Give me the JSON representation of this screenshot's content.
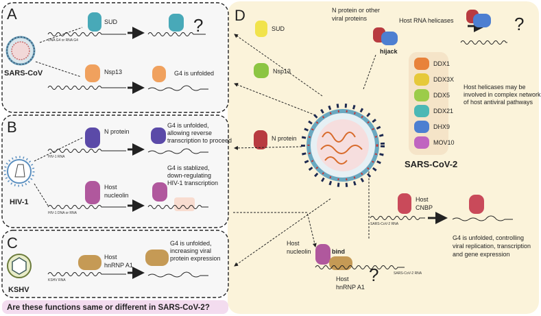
{
  "panels": {
    "A": {
      "letter": "A",
      "virus": "SARS-CoV",
      "row1": {
        "protein": "SUD",
        "rna": "DNA G4 or RNA G4",
        "question": "?"
      },
      "row2": {
        "protein": "Nsp13",
        "result": "G4 is unfolded"
      }
    },
    "B": {
      "letter": "B",
      "virus": "HIV-1",
      "row1": {
        "protein": "N protein",
        "rna": "HIV-1 RNA",
        "result": [
          "G4 is unfolded,",
          "allowing reverse",
          "transcription to proceed"
        ]
      },
      "row2": {
        "protein": [
          "Host",
          "nucleolin"
        ],
        "rna": "HIV-1 DNA or RNA",
        "result": [
          "G4 is stablized,",
          "down-regulating",
          "HIV-1 transcription"
        ]
      }
    },
    "C": {
      "letter": "C",
      "virus": "KSHV",
      "row1": {
        "protein": [
          "Host",
          "hnRNP A1"
        ],
        "rna": "KSHV RNA",
        "result": [
          "G4 is unfolded,",
          "increasing viral",
          "protein expression"
        ]
      }
    },
    "D": {
      "letter": "D",
      "virus": "SARS-CoV-2",
      "sud": "SUD",
      "nsp13": "Nsp13",
      "nprotein": "N protein",
      "hijack_source": [
        "N protein or other",
        "viral proteins"
      ],
      "hijack": "hijack",
      "host_helicases": "Host RNA helicases",
      "helicases": [
        {
          "name": "DDX1",
          "color": "#e8823a"
        },
        {
          "name": "DDX3X",
          "color": "#e6c93a"
        },
        {
          "name": "DDX5",
          "color": "#9ccc4a"
        },
        {
          "name": "DDX21",
          "color": "#4bb8b5"
        },
        {
          "name": "DHX9",
          "color": "#4d7fd1"
        },
        {
          "name": "MOV10",
          "color": "#c064c0"
        }
      ],
      "helicase_note": [
        "Host helicases may be",
        "involved in complex network",
        "of host antiviral pathways"
      ],
      "cnbp": [
        "Host",
        "CNBP"
      ],
      "cnbp_rna": "SARS-CoV-2 RNA",
      "cnbp_result": [
        "G4 is unfolded, controlling",
        "viral replication, transcription",
        "and gene expression"
      ],
      "nucleolin": [
        "Host",
        "nucleolin"
      ],
      "bind": "bind",
      "hnrnp": [
        "Host",
        "hnRNP A1"
      ],
      "bind_rna": "SARS-CoV-2 RNA",
      "question": "?"
    }
  },
  "footer_question": "Are these functions  same or different in SARS-CoV-2?",
  "colors": {
    "panel_bg": "#f7f7f7",
    "panel_d_bg": "#fbf3da",
    "sud": "#48a9b8",
    "nsp13": "#f0a15e",
    "nprotein_hiv": "#5b4aa8",
    "nucleolin": "#b0589d",
    "hnrnp": "#c59a55",
    "nprotein_cov2": "#b83b40",
    "footer_bg": "#f3dcef"
  }
}
